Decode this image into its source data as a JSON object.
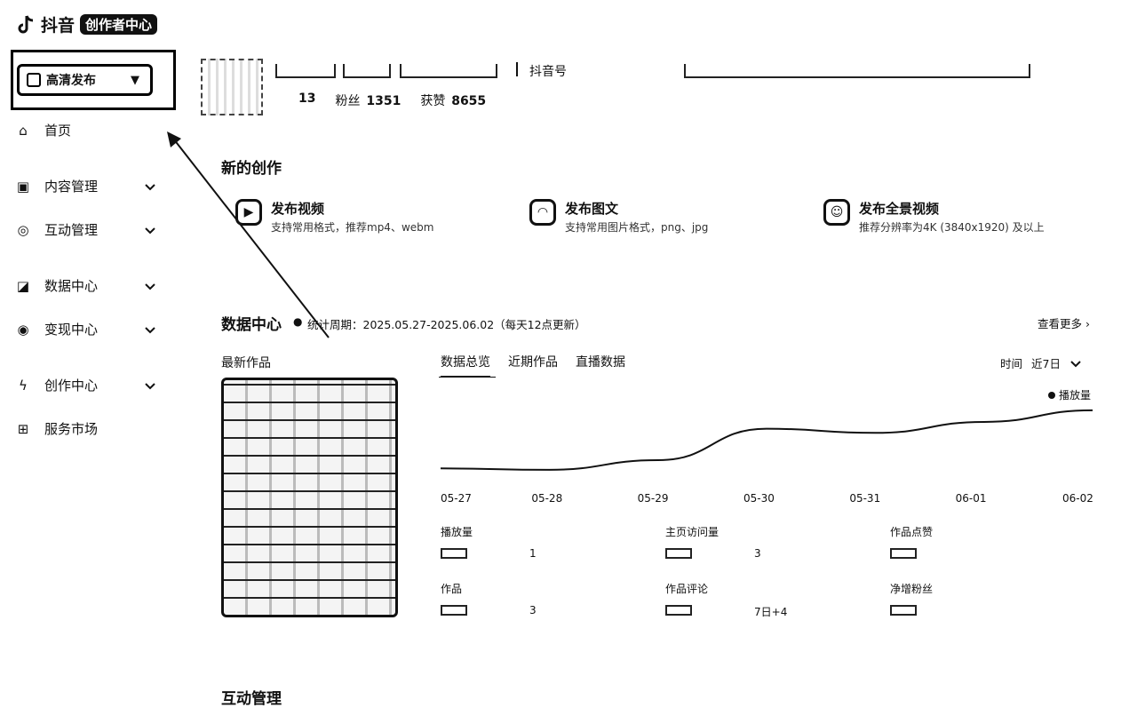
{
  "brand": {
    "name": "抖音",
    "badge": "创作者中心"
  },
  "publish_button": {
    "label": "高清发布"
  },
  "sidebar": {
    "items": [
      {
        "label": "首页",
        "icon": "home-icon"
      },
      {
        "label": "内容管理",
        "icon": "content-icon"
      },
      {
        "label": "互动管理",
        "icon": "interaction-icon"
      },
      {
        "label": "数据中心",
        "icon": "chart-icon"
      },
      {
        "label": "变现中心",
        "icon": "target-icon"
      },
      {
        "label": "创作中心",
        "icon": "bolt-icon"
      },
      {
        "label": "服务市场",
        "icon": "store-icon"
      }
    ]
  },
  "profile": {
    "douyin_id_label": "抖音号",
    "follow_count": "13",
    "fans_label": "粉丝",
    "fans_count": "1351",
    "likes_label": "获赞",
    "likes_count": "8655"
  },
  "new_creation": {
    "title": "新的创作",
    "items": [
      {
        "title": "发布视频",
        "desc": "支持常用格式，推荐mp4、webm"
      },
      {
        "title": "发布图文",
        "desc": "支持常用图片格式，png、jpg"
      },
      {
        "title": "发布全景视频",
        "desc": "推荐分辨率为4K (3840x1920) 及以上"
      }
    ]
  },
  "data_center": {
    "title": "数据中心",
    "period": "统计周期：2025.05.27-2025.06.02（每天12点更新）",
    "more": "查看更多",
    "latest_work_label": "最新作品",
    "tabs": [
      "数据总览",
      "近期作品",
      "直播数据"
    ],
    "time_label": "时间",
    "time_value": "近7日",
    "metrics": [
      {
        "label": "播放量",
        "value": "1"
      },
      {
        "label": "主页访问量",
        "value": "3"
      },
      {
        "label": "作品点赞",
        "value": ""
      },
      {
        "label": "作品",
        "value": "3"
      },
      {
        "label": "作品评论",
        "value": "7日+4"
      },
      {
        "label": "净增粉丝",
        "value": ""
      }
    ]
  },
  "chart_data": {
    "type": "line",
    "x": [
      "05-27",
      "05-28",
      "05-29",
      "05-30",
      "05-31",
      "06-01",
      "06-02"
    ],
    "series": [
      {
        "name": "播放量",
        "values": [
          10,
          8,
          22,
          68,
          62,
          78,
          95
        ]
      }
    ],
    "ylim": [
      0,
      100
    ],
    "grid": false,
    "legend": "top-right"
  },
  "interaction": {
    "title": "互动管理"
  }
}
